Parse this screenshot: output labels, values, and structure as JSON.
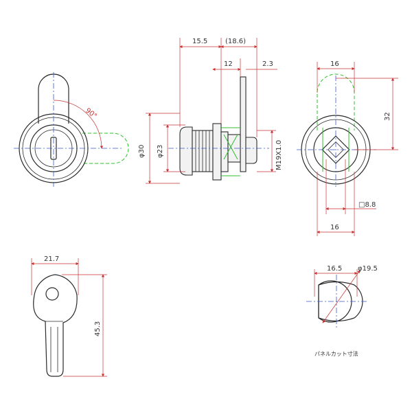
{
  "diagram": {
    "front_view": {
      "angle_label": "90°"
    },
    "side_view": {
      "dims": {
        "length_a": "15.5",
        "length_b": "(18.6)",
        "length_c": "12",
        "length_d": "2.3",
        "diameter_outer": "φ30",
        "diameter_inner": "φ23",
        "thread": "M19X1.0"
      }
    },
    "rear_view": {
      "dims": {
        "width_top": "16",
        "height": "32",
        "square": "□8.8",
        "width_bottom": "16"
      }
    },
    "key_view": {
      "dims": {
        "width": "21.7",
        "length": "45.3"
      }
    },
    "panel_cutout": {
      "dims": {
        "flat": "16.5",
        "diameter": "φ19.5"
      },
      "caption": "パネルカット寸法"
    }
  },
  "colors": {
    "outline": "#2a2a2a",
    "dimension": "#c83232",
    "centerline": "#3a57c8",
    "hidden": "#2fbf2f"
  }
}
